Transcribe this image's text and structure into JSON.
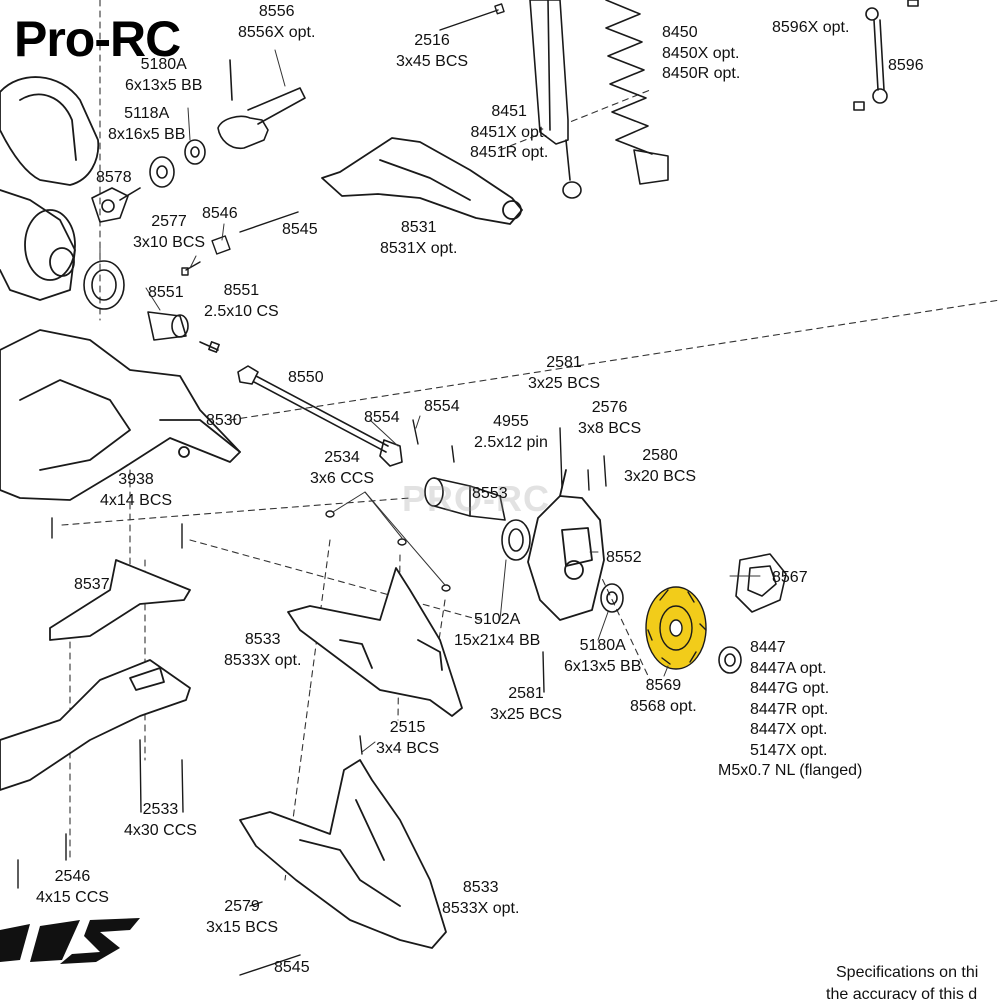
{
  "brand": {
    "name": "Pro-RC",
    "watermark": "PRO-RC"
  },
  "colors": {
    "highlight": "#f2cc1a",
    "line": "#1a1a1a",
    "leader": "#333333"
  },
  "labels": {
    "p8556": [
      "8556",
      "8556X opt."
    ],
    "p5180A_top": [
      "5180A",
      "6x13x5 BB"
    ],
    "p5118A": [
      "5118A",
      "8x16x5 BB"
    ],
    "p2516": [
      "2516",
      "3x45 BCS"
    ],
    "p8450": [
      "8450",
      "8450X opt.",
      "8450R opt."
    ],
    "p8596X": [
      "8596X opt."
    ],
    "p8596": [
      "8596"
    ],
    "p8451": [
      "8451",
      "8451X opt.",
      "8451R opt."
    ],
    "p8578": [
      "8578"
    ],
    "p2577": [
      "2577",
      "3x10 BCS"
    ],
    "p8546": [
      "8546"
    ],
    "p8545_top": [
      "8545"
    ],
    "p8531": [
      "8531",
      "8531X opt."
    ],
    "p8551a": [
      "8551"
    ],
    "p8551b": [
      "8551",
      "2.5x10 CS"
    ],
    "p8550": [
      "8550"
    ],
    "p2581_top": [
      "2581",
      "3x25 BCS"
    ],
    "p2576": [
      "2576",
      "3x8 BCS"
    ],
    "p8554a": [
      "8554"
    ],
    "p8554b": [
      "8554"
    ],
    "p4955": [
      "4955",
      "2.5x12 pin"
    ],
    "p8530": [
      "8530"
    ],
    "p2580": [
      "2580",
      "3x20 BCS"
    ],
    "p2534": [
      "2534",
      "3x6 CCS"
    ],
    "p8553": [
      "8553"
    ],
    "p3938": [
      "3938",
      "4x14 BCS"
    ],
    "p8552": [
      "8552"
    ],
    "p8567": [
      "8567"
    ],
    "p8537": [
      "8537"
    ],
    "p8447": [
      "8447",
      "8447A opt.",
      "8447G opt.",
      "8447R opt.",
      "8447X opt.",
      "5147X opt.",
      "M5x0.7 NL (flanged)"
    ],
    "p8533_mid": [
      "8533",
      "8533X opt."
    ],
    "p5102A": [
      "5102A",
      "15x21x4 BB"
    ],
    "p5180A_mid": [
      "5180A",
      "6x13x5 BB"
    ],
    "p8569": [
      "8569",
      "8568 opt."
    ],
    "p2581_bot": [
      "2581",
      "3x25 BCS"
    ],
    "p2515": [
      "2515",
      "3x4 BCS"
    ],
    "p2533": [
      "2533",
      "4x30 CCS"
    ],
    "p2546": [
      "2546",
      "4x15 CCS"
    ],
    "p8533_bot": [
      "8533",
      "8533X opt."
    ],
    "p2579": [
      "2579",
      "3x15 BCS"
    ],
    "p8545_bot": [
      "8545"
    ]
  },
  "footer": {
    "spec_line1": "Specifications on thi",
    "spec_line2": "the accuracy of this d"
  }
}
